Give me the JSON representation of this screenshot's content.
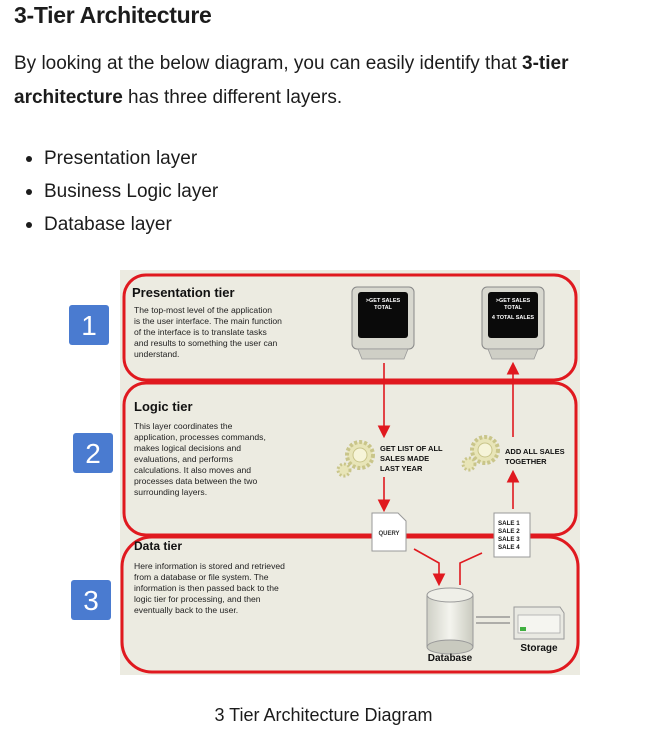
{
  "heading": "3-Tier Architecture",
  "intro": {
    "text_before": "By looking at the below diagram, you can easily identify that ",
    "bold1": "3-tier architecture",
    "text_after": " has three different layers."
  },
  "layers": [
    "Presentation layer",
    "Business Logic layer",
    "Database layer"
  ],
  "diagram": {
    "tiers": [
      {
        "number": "1",
        "title": "Presentation tier",
        "description": [
          "The top-most level of the application",
          "is the user interface. The main function",
          "of the interface is to translate tasks",
          "and results to something the user can",
          "understand."
        ]
      },
      {
        "number": "2",
        "title": "Logic tier",
        "description": [
          "This layer coordinates the",
          "application, processes commands,",
          "makes logical decisions and",
          "evaluations, and performs",
          "calculations.  It also moves and",
          "processes data between the two",
          "surrounding layers."
        ]
      },
      {
        "number": "3",
        "title": "Data tier",
        "description": [
          "Here information is stored and retrieved",
          "from a database or file system.  The",
          "information is then passed back to the",
          "logic tier for processing, and then",
          "eventually back to the user."
        ]
      }
    ],
    "screen1": [
      ">GET SALES",
      "TOTAL"
    ],
    "screen2": [
      ">GET SALES",
      "TOTAL",
      "4 TOTAL SALES"
    ],
    "logic_left": [
      "GET LIST OF ALL",
      "SALES MADE",
      "LAST YEAR"
    ],
    "logic_right": [
      "ADD ALL SALES",
      "TOGETHER"
    ],
    "query_label": "QUERY",
    "sales_list": [
      "SALE 1",
      "SALE 2",
      "SALE 3",
      "SALE 4"
    ],
    "database_label": "Database",
    "storage_label": "Storage"
  },
  "caption": "3 Tier Architecture Diagram",
  "colors": {
    "tier_border": "#e0191f",
    "badge": "#4a7bd0",
    "panel": "#ecebe1",
    "arrow": "#e0191f"
  }
}
